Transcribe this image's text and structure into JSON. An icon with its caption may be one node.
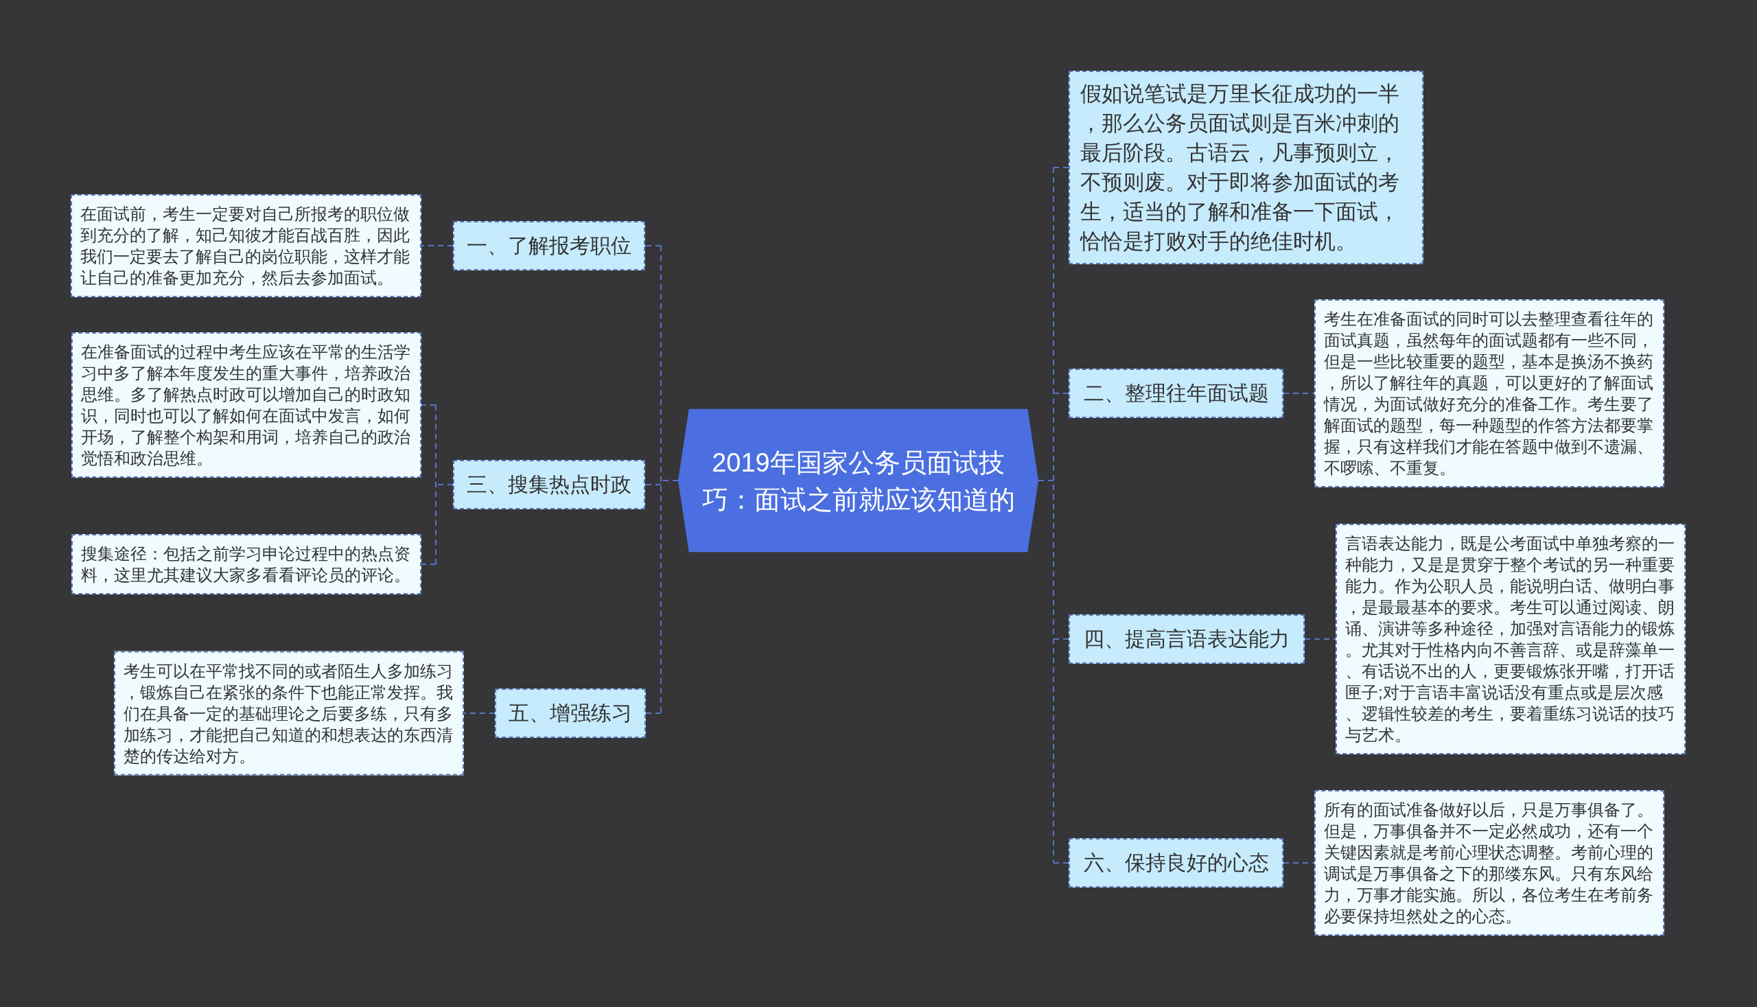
{
  "diagram": {
    "nodes": [
      {
        "text": [
          "2019年国家公务员面试技巧：面试之前就应该知道的"
        ]
      },
      {
        "text": [
          "假如说笔试是万里长征成功的一半，那么公务员面试则是百米冲刺的最后阶段。古语云，凡事预则立，不预则废。对于即将参加面试的考生，适当的了解和准备一下面试，恰恰是打败对手的绝佳时机。"
        ]
      },
      {
        "text": [
          "一、了解报考职位"
        ]
      },
      {
        "text": [
          "在面试前，考生一定要对自己所报考的职位做到充分的了解，知己知彼才能百战百胜，因此我们一定要去了解自己的岗位职能，这样才能让自己的准备更加充分，然后去参加面试。"
        ]
      },
      {
        "text": [
          "二、整理往年面试题"
        ]
      },
      {
        "text": [
          "考生在准备面试的同时可以去整理查看往年的面试真题，虽然每年的面试题都有一些不同，但是一些比较重要的题型，基本是换汤不换药，所以了解往年的真题，可以更好的了解面试情况，为面试做好充分的准备工作。考生要了解面试的题型，每一种题型的作答方法都要掌握，只有这样我们才能在答题中做到不遗漏、不啰嗦、不重复。"
        ]
      },
      {
        "text": [
          "三、搜集热点时政"
        ]
      },
      {
        "text": [
          "在准备面试的过程中考生应该在平常的生活学习中多了解本年度发生的重大事件，培养政治思维。多了解热点时政可以增加自己的时政知识，同时也可以了解如何在面试中发言，如何开场，了解整个构架和用词，培养自己的政治觉悟和政治思维。"
        ]
      },
      {
        "text": [
          "搜集途径：包括之前学习申论过程中的热点资料，这里尤其建议大家多看看评论员的评论。"
        ]
      },
      {
        "text": [
          "四、提高言语表达能力"
        ]
      },
      {
        "text": [
          "言语表达能力，既是公考面试中单独考察的一种能力，又是是贯穿于整个考试的另一种重要能力。作为公职人员，能说明白话、做明白事，是最最基本的要求。考生可以通过阅读、朗诵、演讲等多种途径，加强对言语能力的锻炼。尤其对于性格内向不善言辞、或是辞藻单一、有话说不出的人，更要锻炼张开嘴，打开话匣子;对于言语丰富说话没有重点或是层次感、逻辑性较差的考生，要着重练习说话的技巧与艺术。"
        ]
      },
      {
        "text": [
          "五、增强练习"
        ]
      },
      {
        "text": [
          "考生可以在平常找不同的或者陌生人多加练习，锻炼自己在紧张的条件下也能正常发挥。我们在具备一定的基础理论之后要多练，只有多加练习，才能把自己知道的和想表达的东西清楚的传达给对方。"
        ]
      },
      {
        "text": [
          "六、保持良好的心态"
        ]
      },
      {
        "text": [
          "所有的面试准备做好以后，只是万事俱备了。但是，万事俱备并不一定必然成功，还有一个关键因素就是考前心理状态调整。考前心理的调试是万事俱备之下的那缕东风。只有东风给力，万事才能实施。所以，各位考生在考前务必要保持坦然处之的心态。"
        ]
      }
    ],
    "edges": [
      {
        "from": 0,
        "to": 1,
        "arrow": "none"
      },
      {
        "from": 0,
        "to": 2,
        "arrow": "none"
      },
      {
        "from": 2,
        "to": 3,
        "arrow": "none"
      },
      {
        "from": 0,
        "to": 4,
        "arrow": "none"
      },
      {
        "from": 4,
        "to": 5,
        "arrow": "none"
      },
      {
        "from": 0,
        "to": 6,
        "arrow": "none"
      },
      {
        "from": 6,
        "to": 7,
        "arrow": "none"
      },
      {
        "from": 6,
        "to": 8,
        "arrow": "none"
      },
      {
        "from": 0,
        "to": 9,
        "arrow": "none"
      },
      {
        "from": 9,
        "to": 10,
        "arrow": "none"
      },
      {
        "from": 0,
        "to": 11,
        "arrow": "none"
      },
      {
        "from": 11,
        "to": 12,
        "arrow": "none"
      },
      {
        "from": 0,
        "to": 13,
        "arrow": "none"
      },
      {
        "from": 13,
        "to": 14,
        "arrow": "none"
      }
    ]
  }
}
